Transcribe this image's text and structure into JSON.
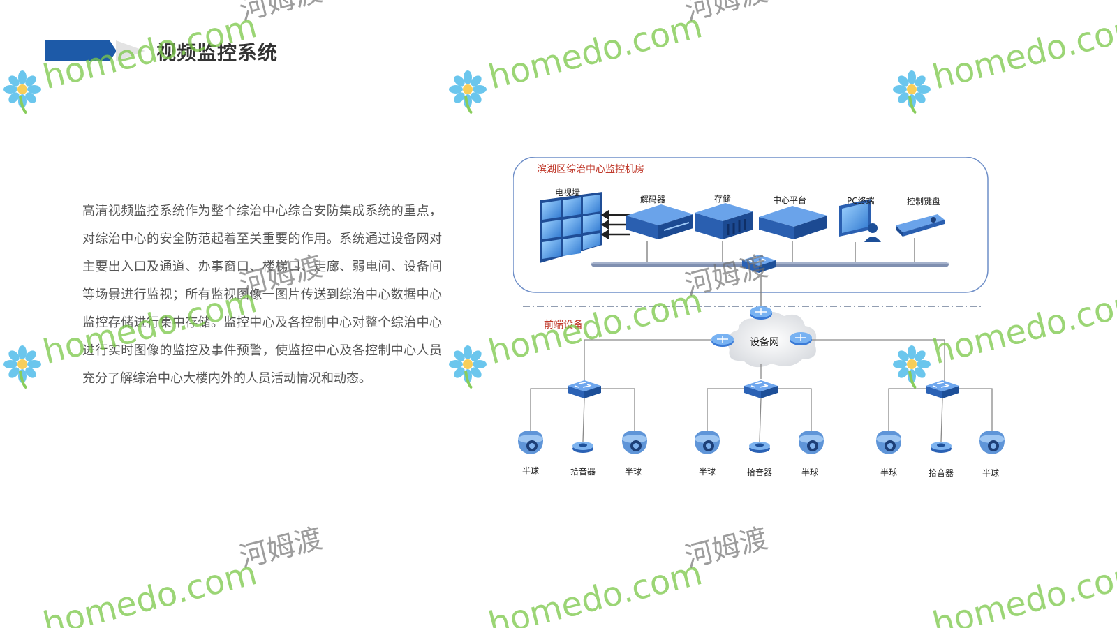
{
  "header": {
    "title": "视频监控系统"
  },
  "description": "高清视频监控系统作为整个综治中心综合安防集成系统的重点，对综治中心的安全防范起着至关重要的作用。系统通过设备网对主要出入口及通道、办事窗口、楼梯口、走廊、弱电间、设备间等场景进行监视；所有监视图像一图片传送到综治中心数据中心监控存储进行集中存储。监控中心及各控制中心对整个综治中心进行实时图像的监控及事件预警，使监控中心及各控制中心人员充分了解综治中心大楼内外的人员活动情况和动态。",
  "diagram": {
    "room_title": "滨湖区综治中心监控机房",
    "room_devices": [
      "电视墙",
      "解码器",
      "存储",
      "中心平台",
      "PC终端",
      "控制键盘"
    ],
    "front_label": "前端设备",
    "network_label": "设备网",
    "groups": [
      {
        "devices": [
          "半球",
          "拾音器",
          "半球"
        ]
      },
      {
        "devices": [
          "半球",
          "拾音器",
          "半球"
        ]
      },
      {
        "devices": [
          "半球",
          "拾音器",
          "半球"
        ]
      }
    ]
  },
  "watermark": {
    "domain": "homedo.com",
    "brand_cn": "河姆渡"
  },
  "colors": {
    "accent_blue": "#1d5aa8",
    "room_title_red": "#c0392b",
    "watermark_green": "#7cc84a"
  }
}
